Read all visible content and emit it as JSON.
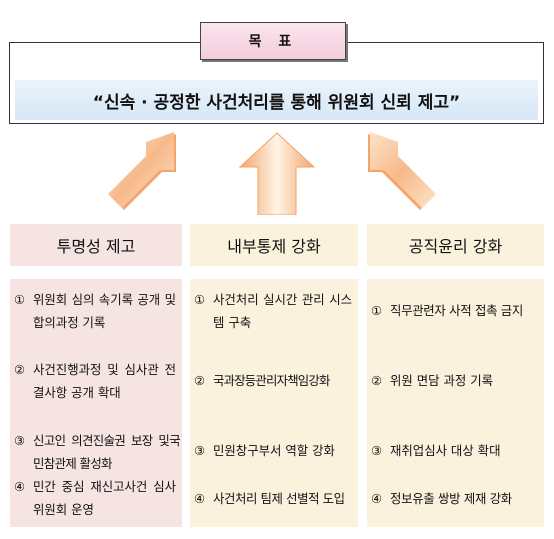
{
  "goal": {
    "label": "목 표",
    "statement": "“신속 · 공정한 사건처리를 통해 위원회 신뢰 제고”"
  },
  "columns": [
    {
      "title": "투명성 제고",
      "items": [
        {
          "num": "①",
          "text": "위원회 심의 속기록 공개 및 합의과정 기록"
        },
        {
          "num": "②",
          "text": "사건진행과정 및 심사관 전결사항 공개 확대"
        },
        {
          "num": "③",
          "text": "신고인 의견진술권 보장 및국민참관제 활성화"
        },
        {
          "num": "④",
          "text": "민간 중심 재신고사건 심사위원회 운영"
        }
      ]
    },
    {
      "title": "내부통제 강화",
      "items": [
        {
          "num": "①",
          "text": "사건처리 실시간 관리 시스템 구축"
        },
        {
          "num": "②",
          "text": "국과장등관리자책임강화"
        },
        {
          "num": "③",
          "text": "민원창구부서 역할 강화"
        },
        {
          "num": "④",
          "text": "사건처리 팀제 선별적 도입"
        }
      ]
    },
    {
      "title": "공직윤리 강화",
      "items": [
        {
          "num": "①",
          "text": "직무관련자 사적 접촉 금지"
        },
        {
          "num": "②",
          "text": "위원 면담 과정 기록"
        },
        {
          "num": "③",
          "text": "재취업심사 대상 확대"
        },
        {
          "num": "④",
          "text": "정보유출 쌍방 제재 강화"
        }
      ]
    }
  ],
  "colors": {
    "goal_tab": "#f3cddc",
    "goal_banner": "#d6e7f6",
    "col1_bg": "#f6e4e3",
    "col23_bg": "#fbf2dd",
    "arrow_outer": "#f0a36a",
    "arrow_inner": "#fde3c4"
  }
}
